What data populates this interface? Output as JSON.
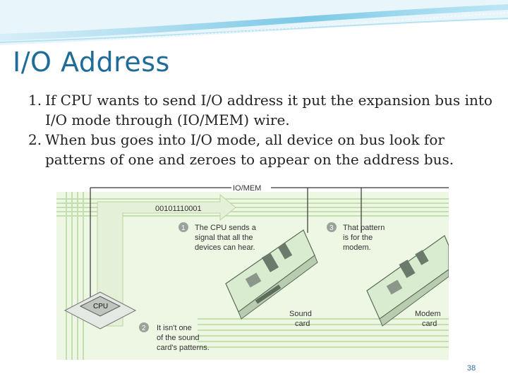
{
  "slide": {
    "title": "I/O Address",
    "bullets": [
      {
        "num": "1.",
        "text": "If CPU wants to send I/O address it put the expansion bus into I/O mode through (IO/MEM) wire."
      },
      {
        "num": "2.",
        "text": "When bus goes into I/O mode, all device on bus look for patterns of one and zeroes to appear on the address bus."
      }
    ],
    "page_number": "38"
  },
  "diagram": {
    "wire_label": "IO/MEM",
    "address_pattern": "00101110001",
    "cpu_label": "CPU",
    "steps": [
      {
        "num": "1",
        "lines": [
          "The CPU sends a",
          "signal that all the",
          "devices can hear."
        ]
      },
      {
        "num": "2",
        "lines": [
          "It isn't one",
          "of the sound",
          "card's patterns."
        ]
      },
      {
        "num": "3",
        "lines": [
          "That pattern",
          "is for the",
          "modem."
        ]
      }
    ],
    "sound_card_lines": [
      "Sound",
      "card"
    ],
    "modem_card_lines": [
      "Modem",
      "card"
    ]
  },
  "colors": {
    "title": "#1f6c99",
    "bus": "#d7e9c4",
    "badge": "#9aa39b",
    "card": "#d9ecd0"
  }
}
